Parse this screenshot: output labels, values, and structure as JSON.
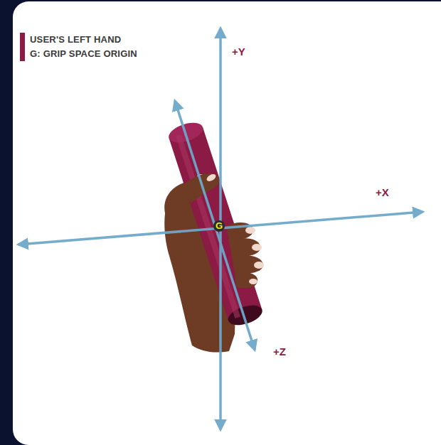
{
  "diagram": {
    "labels": [
      "+Y",
      "+X",
      "+Z",
      "G"
    ],
    "legend": [
      {
        "text": "USER'S LEFT HAND",
        "color": "#8b1a45"
      },
      {
        "text": "G: GRIP SPACE ORIGIN",
        "color": "#8b1a45"
      }
    ]
  }
}
